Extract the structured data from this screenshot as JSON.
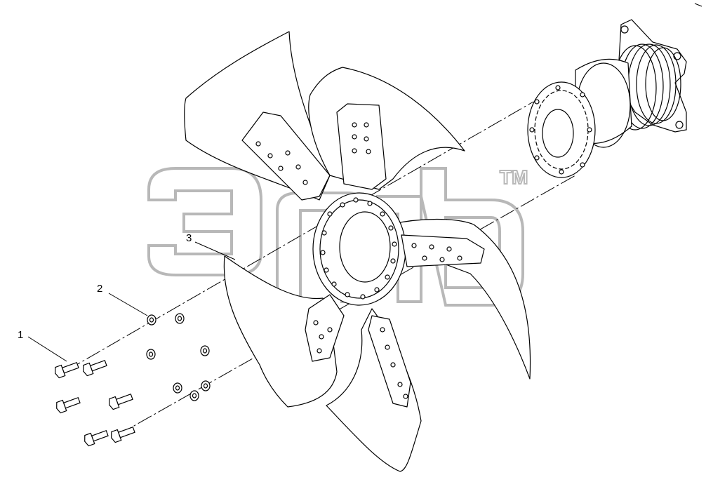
{
  "callouts": [
    {
      "id": "1",
      "text": "1"
    },
    {
      "id": "2",
      "text": "2"
    },
    {
      "id": "3",
      "text": "3"
    }
  ],
  "watermark": {
    "text": "элф",
    "mark": "TM"
  },
  "colors": {
    "line": "#000000",
    "watermark": "#b8b8b8",
    "background": "#ffffff"
  }
}
